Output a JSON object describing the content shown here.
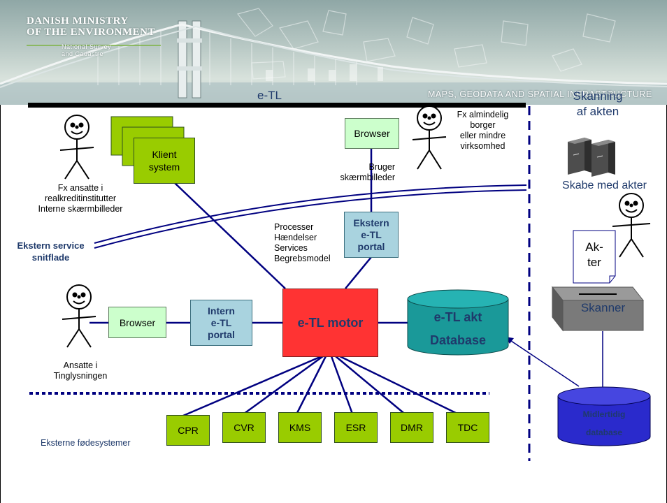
{
  "banner": {
    "ministry_line1": "DANISH MINISTRY",
    "ministry_line2": "OF THE ENVIRONMENT",
    "agency_line1": "National Survey",
    "agency_line2": "and Cadastre",
    "tagline": "MAPS, GEODATA AND SPATIAL INFRASTRUCTURE"
  },
  "diagram": {
    "title": "e-TL",
    "scan_title": "Skanning\naf akten",
    "klient_system": "Klient\nsystem",
    "browser_top": "Browser",
    "browser_left": "Browser",
    "ekstern_portal": "Ekstern\ne-TL\nportal",
    "intern_portal": "Intern\ne-TL\nportal",
    "motor": "e-TL motor",
    "database": "e-TL akt\nDatabase",
    "midlertidig": "Midlertidig\ndatabase",
    "skanner": "Skanner",
    "akter": "Ak-\nter",
    "skabe": "Skabe med akter",
    "actor_top_left": "Fx ansatte i\nrealkreditinstitutter\nInterne skærmbilleder",
    "actor_top_right": "Fx almindelig\nborger\neller mindre\nvirksomhed",
    "actor_bottom_left": "Ansatte i\nTinglysningen",
    "bruger": "Bruger\nskærmbilleder",
    "processer": "Processer\nHændelser\nServices\nBegrebsmodel",
    "service_interface": "Ekstern service\nsnitflade",
    "feed_label": "Eksterne fødesystemer",
    "feed_systems": [
      "CPR",
      "CVR",
      "KMS",
      "ESR",
      "DMR",
      "TDC"
    ]
  },
  "colors": {
    "green": "#99cc00",
    "pale_green": "#ccffcc",
    "portal_blue": "#a9d3df",
    "motor_red": "#ff3333",
    "db_teal": "#1a9999",
    "midlertidig_blue": "#2a2acc",
    "navy": "#000080"
  }
}
